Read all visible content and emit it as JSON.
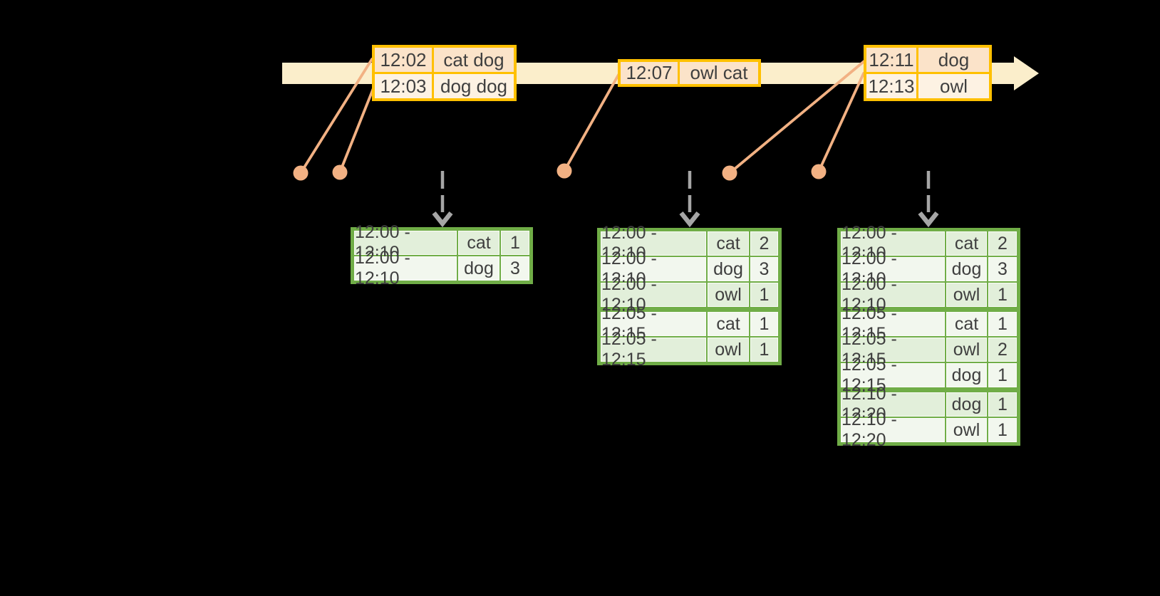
{
  "colors": {
    "background": "#000000",
    "timeline_fill": "#FBEECB",
    "event_table_border": "#FFC000",
    "event_row_dark": "#FBE3C9",
    "event_row_light": "#FDF2E3",
    "connector": "#F2B183",
    "result_table_border": "#70AD47",
    "result_row_dark": "#E2EFDA",
    "result_row_light": "#F2F7EE",
    "trigger_arrow": "#A6A6A6",
    "text": "#3F3F3F"
  },
  "event_tables": [
    {
      "name": "events-12-02",
      "rows": [
        {
          "time": "12:02",
          "words": "cat dog"
        },
        {
          "time": "12:03",
          "words": "dog dog"
        }
      ]
    },
    {
      "name": "events-12-07",
      "rows": [
        {
          "time": "12:07",
          "words": "owl cat"
        }
      ]
    },
    {
      "name": "events-12-11",
      "rows": [
        {
          "time": "12:11",
          "words": "dog"
        },
        {
          "time": "12:13",
          "words": "owl"
        }
      ]
    }
  ],
  "result_tables": [
    {
      "name": "result-table-1",
      "group_breaks": [],
      "rows": [
        {
          "window": "12:00 - 12:10",
          "word": "cat",
          "count": "1"
        },
        {
          "window": "12:00 - 12:10",
          "word": "dog",
          "count": "3"
        }
      ]
    },
    {
      "name": "result-table-2",
      "group_breaks": [
        3
      ],
      "rows": [
        {
          "window": "12:00 - 12:10",
          "word": "cat",
          "count": "2"
        },
        {
          "window": "12:00 - 12:10",
          "word": "dog",
          "count": "3"
        },
        {
          "window": "12:00 - 12:10",
          "word": "owl",
          "count": "1"
        },
        {
          "window": "12:05 - 12:15",
          "word": "cat",
          "count": "1"
        },
        {
          "window": "12:05 - 12:15",
          "word": "owl",
          "count": "1"
        }
      ]
    },
    {
      "name": "result-table-3",
      "group_breaks": [
        3,
        6
      ],
      "rows": [
        {
          "window": "12:00 - 12:10",
          "word": "cat",
          "count": "2"
        },
        {
          "window": "12:00 - 12:10",
          "word": "dog",
          "count": "3"
        },
        {
          "window": "12:00 - 12:10",
          "word": "owl",
          "count": "1"
        },
        {
          "window": "12:05 - 12:15",
          "word": "cat",
          "count": "1"
        },
        {
          "window": "12:05 - 12:15",
          "word": "owl",
          "count": "2"
        },
        {
          "window": "12:05 - 12:15",
          "word": "dog",
          "count": "1"
        },
        {
          "window": "12:10 - 12:20",
          "word": "dog",
          "count": "1"
        },
        {
          "window": "12:10 - 12:20",
          "word": "owl",
          "count": "1"
        }
      ]
    }
  ]
}
